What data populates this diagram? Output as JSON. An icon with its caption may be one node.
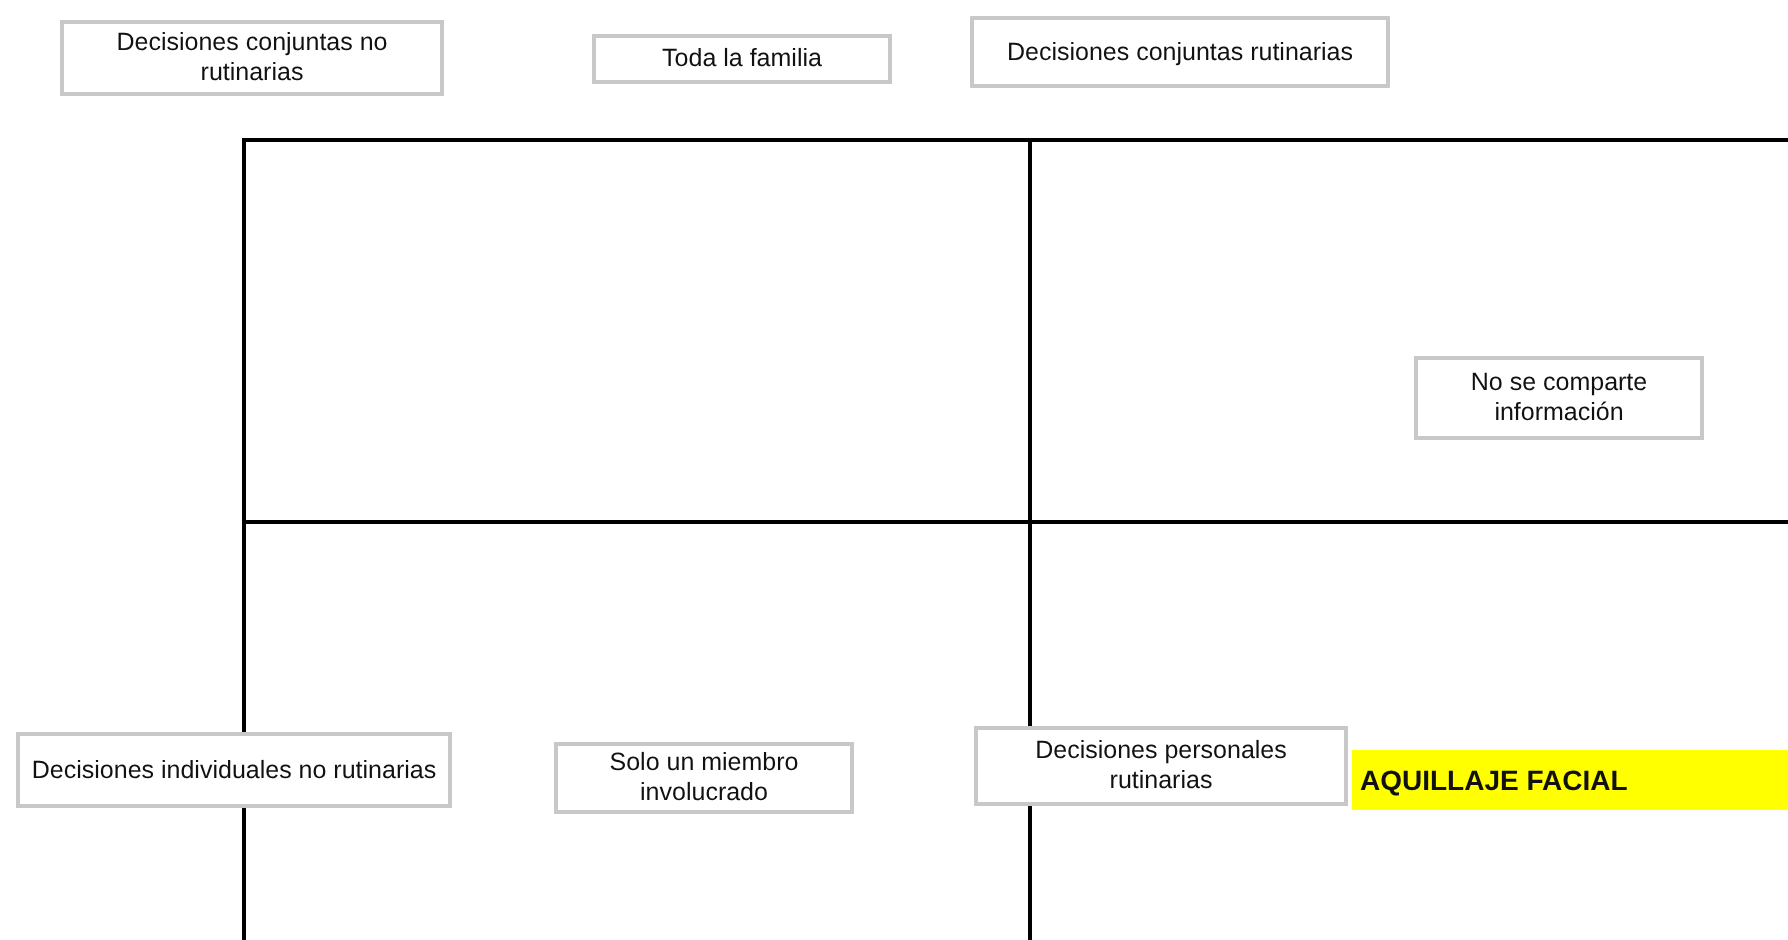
{
  "diagram": {
    "nodes": [
      {
        "text": [
          "Decisiones conjuntas no rutinarias"
        ]
      },
      {
        "text": [
          "Toda la familia"
        ]
      },
      {
        "text": [
          "Decisiones conjuntas rutinarias"
        ]
      },
      {
        "text": [
          "No se comparte información"
        ]
      },
      {
        "text": [
          "Decisiones individuales no rutinarias"
        ]
      },
      {
        "text": [
          "Solo un miembro involucrado"
        ]
      },
      {
        "text": [
          "Decisiones personales rutinarias"
        ]
      },
      {
        "text": [
          "AQUILLAJE FACIAL"
        ]
      }
    ]
  }
}
